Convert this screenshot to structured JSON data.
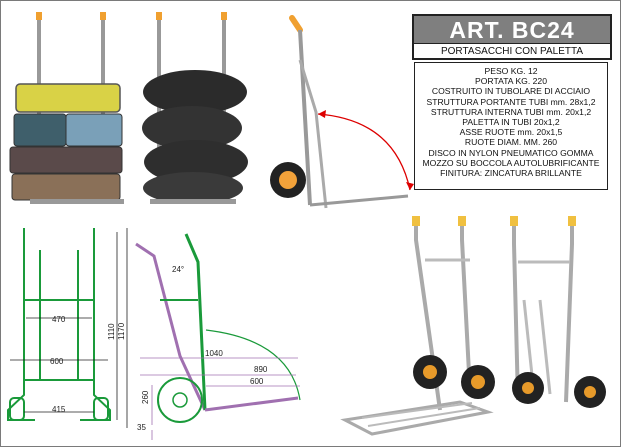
{
  "header": {
    "title": "ART. BC24",
    "subtitle": "PORTASACCHI CON PALETTA RIBALTABILE"
  },
  "specs": [
    "PESO KG. 12",
    "PORTATA KG. 220",
    "COSTRUITO IN TUBOLARE DI ACCIAIO",
    "STRUTTURA PORTANTE TUBI mm. 28x1,2",
    "STRUTTURA INTERNA TUBI mm. 20x1,2",
    "PALETTA IN TUBI 20x1,2",
    "ASSE RUOTE mm. 20x1,5",
    "RUOTE DIAM. MM. 260",
    "DISCO IN NYLON  PNEUMATICO GOMMA",
    "MOZZO SU BOCCOLA AUTOLUBRIFICANTE"
  ],
  "finish": "FINITURA: ZINCATURA BRILLANTE",
  "dimensions": {
    "front_width_inner": "470",
    "front_width_outer": "600",
    "front_width_base": "415",
    "height_outer": "1110",
    "height_inner": "1170",
    "angle": "24°",
    "side_length": "1040",
    "side_890": "890",
    "side_600": "600",
    "wheel_260": "260",
    "ground_35": "35"
  }
}
